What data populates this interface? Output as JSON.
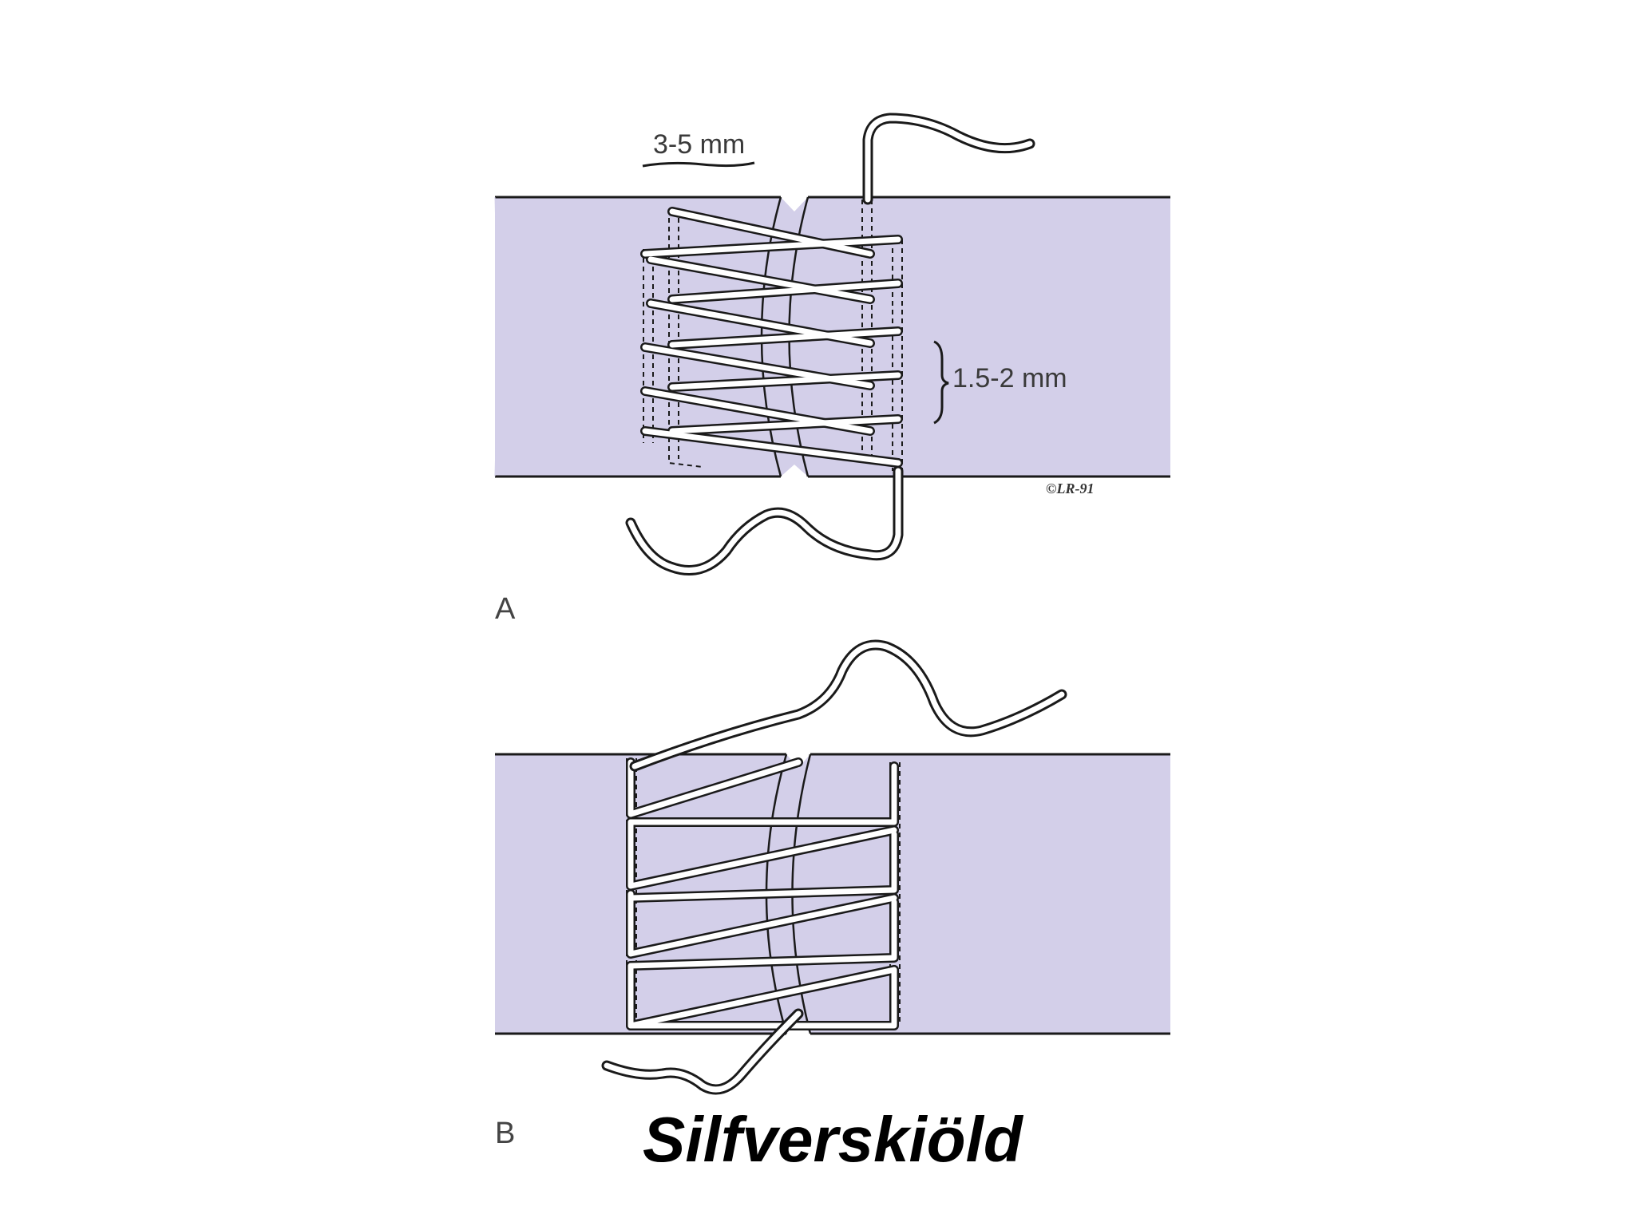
{
  "diagram": {
    "panel_a": {
      "label": "A",
      "measure_width": "3-5 mm",
      "measure_spacing": "1.5-2 mm",
      "signature": "©LR-91"
    },
    "panel_b": {
      "label": "B"
    },
    "caption": "Silfverskiöld",
    "colors": {
      "tendon_fill": "#d3cfe9",
      "outline": "#1a1a1a",
      "suture_fill": "#ffffff"
    }
  }
}
